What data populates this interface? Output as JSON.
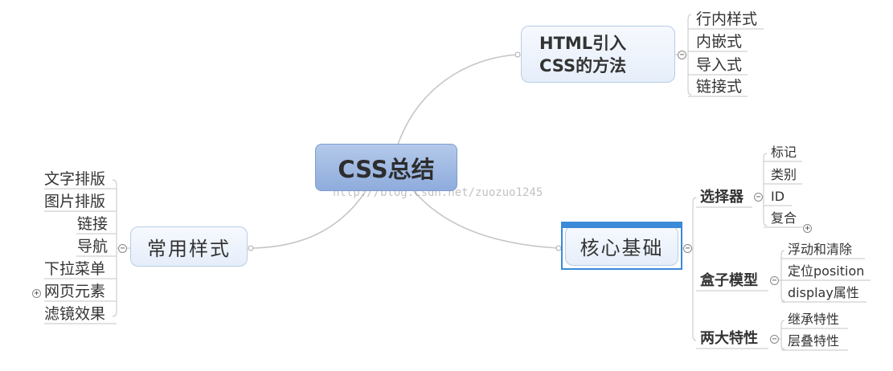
{
  "central": {
    "label": "CSS总结"
  },
  "branches": {
    "html_import": {
      "label_lines": [
        "HTML引入",
        "CSS的方法"
      ],
      "children": [
        "行内样式",
        "内嵌式",
        "导入式",
        "链接式"
      ]
    },
    "common_styles": {
      "label": "常用样式",
      "children": [
        "文字排版",
        "图片排版",
        "链接",
        "导航",
        "下拉菜单",
        "网页元素",
        "滤镜效果"
      ]
    },
    "core": {
      "label": "核心基础",
      "selectors": {
        "label": "选择器",
        "children": [
          "标记",
          "类别",
          "ID",
          "复合"
        ]
      },
      "box_model": {
        "label": "盒子模型",
        "children": [
          "浮动和清除",
          "定位position",
          "display属性"
        ]
      },
      "two_features": {
        "label": "两大特性",
        "children": [
          "继承特性",
          "层叠特性"
        ]
      }
    }
  },
  "toggles": {
    "collapse": "−",
    "expand": "+"
  },
  "watermark": "http://blog.csdn.net/zuozuo1245",
  "colors": {
    "central_fill": "#9bb6e2",
    "branch_fill": "#eef3fc",
    "selection": "#3a8ad8",
    "connector": "#c6c6c6"
  }
}
